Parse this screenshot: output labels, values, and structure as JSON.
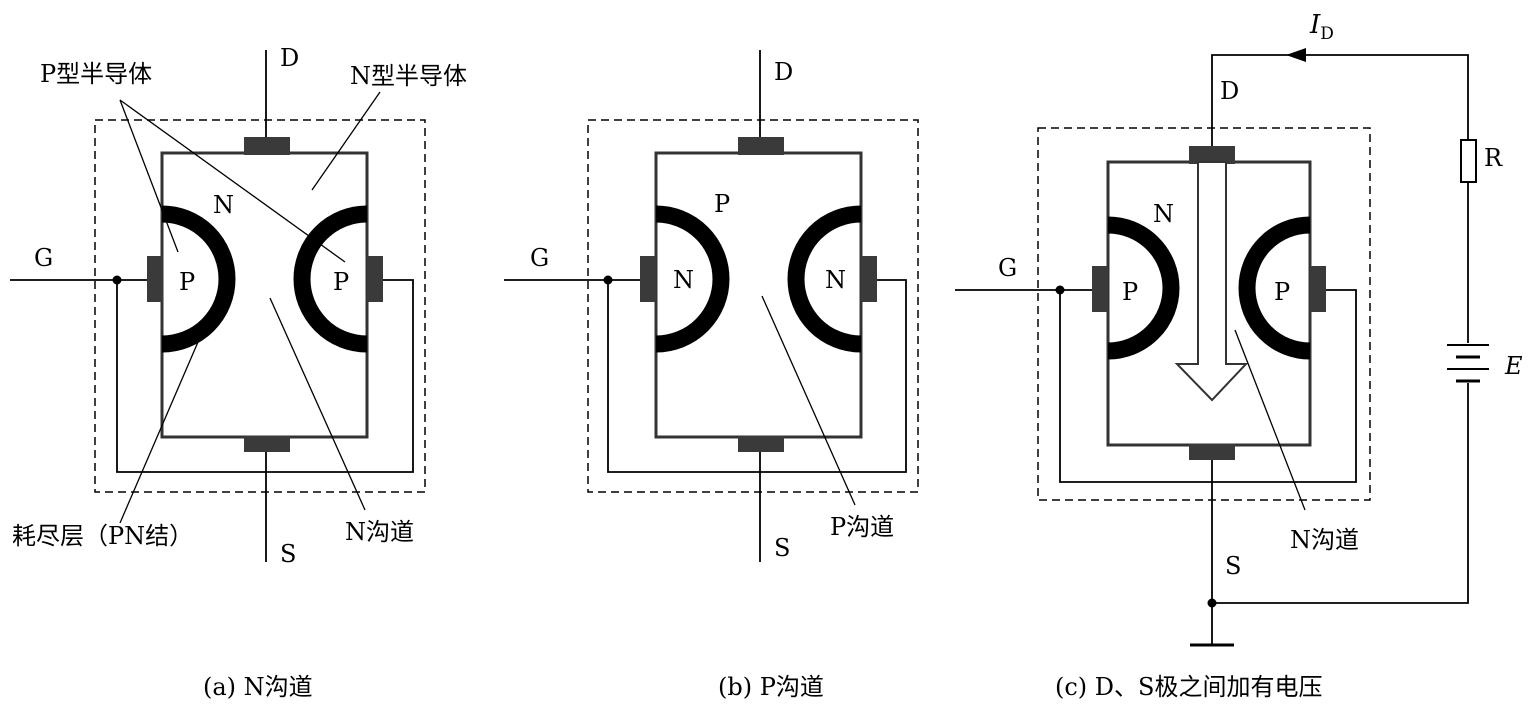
{
  "diagram_a": {
    "drain": "D",
    "source": "S",
    "gate": "G",
    "body_type": "N",
    "left_region": "P",
    "right_region": "P",
    "annot_p_semiconductor": "P型半导体",
    "annot_n_semiconductor": "N型半导体",
    "annot_depletion": "耗尽层（PN结）",
    "annot_channel": "N沟道",
    "caption": "(a) N沟道"
  },
  "diagram_b": {
    "drain": "D",
    "source": "S",
    "gate": "G",
    "body_type": "P",
    "left_region": "N",
    "right_region": "N",
    "annot_channel": "P沟道",
    "caption": "(b) P沟道"
  },
  "diagram_c": {
    "drain": "D",
    "source": "S",
    "gate": "G",
    "body_type": "N",
    "left_region": "P",
    "right_region": "P",
    "current_label": "I",
    "current_subscript": "D",
    "resistor": "R",
    "battery": "E",
    "annot_channel": "N沟道",
    "caption": "(c) D、S极之间加有电压"
  }
}
